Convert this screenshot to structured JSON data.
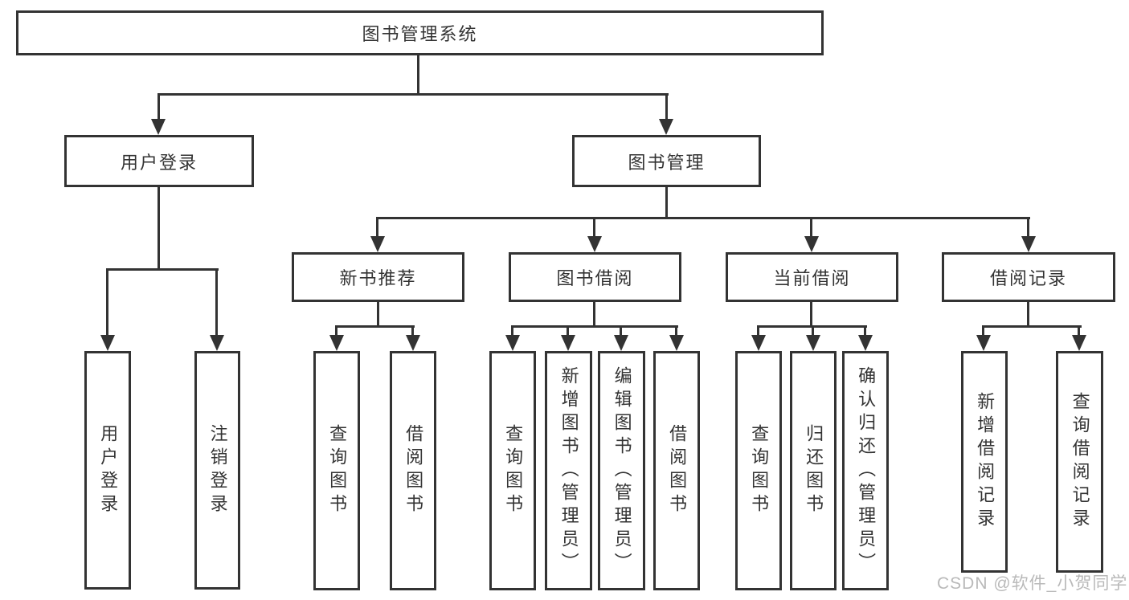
{
  "colors": {
    "line": "#333333",
    "text": "#333333",
    "watermark": "#b9b9b9",
    "background": "#ffffff"
  },
  "watermark": {
    "text": "CSDN @软件_小贺同学"
  },
  "tree": {
    "label": "图书管理系统",
    "children": [
      {
        "label": "用户登录",
        "children": [
          {
            "label": "用户登录"
          },
          {
            "label": "注销登录"
          }
        ]
      },
      {
        "label": "图书管理",
        "children": [
          {
            "label": "新书推荐",
            "children": [
              {
                "label": "查询图书"
              },
              {
                "label": "借阅图书"
              }
            ]
          },
          {
            "label": "图书借阅",
            "children": [
              {
                "label": "查询图书"
              },
              {
                "label": "新增图书（管理员）"
              },
              {
                "label": "编辑图书（管理员）"
              },
              {
                "label": "借阅图书"
              }
            ]
          },
          {
            "label": "当前借阅",
            "children": [
              {
                "label": "查询图书"
              },
              {
                "label": "归还图书"
              },
              {
                "label": "确认归还（管理员）"
              }
            ]
          },
          {
            "label": "借阅记录",
            "children": [
              {
                "label": "新增借阅记录"
              },
              {
                "label": "查询借阅记录"
              }
            ]
          }
        ]
      }
    ]
  }
}
